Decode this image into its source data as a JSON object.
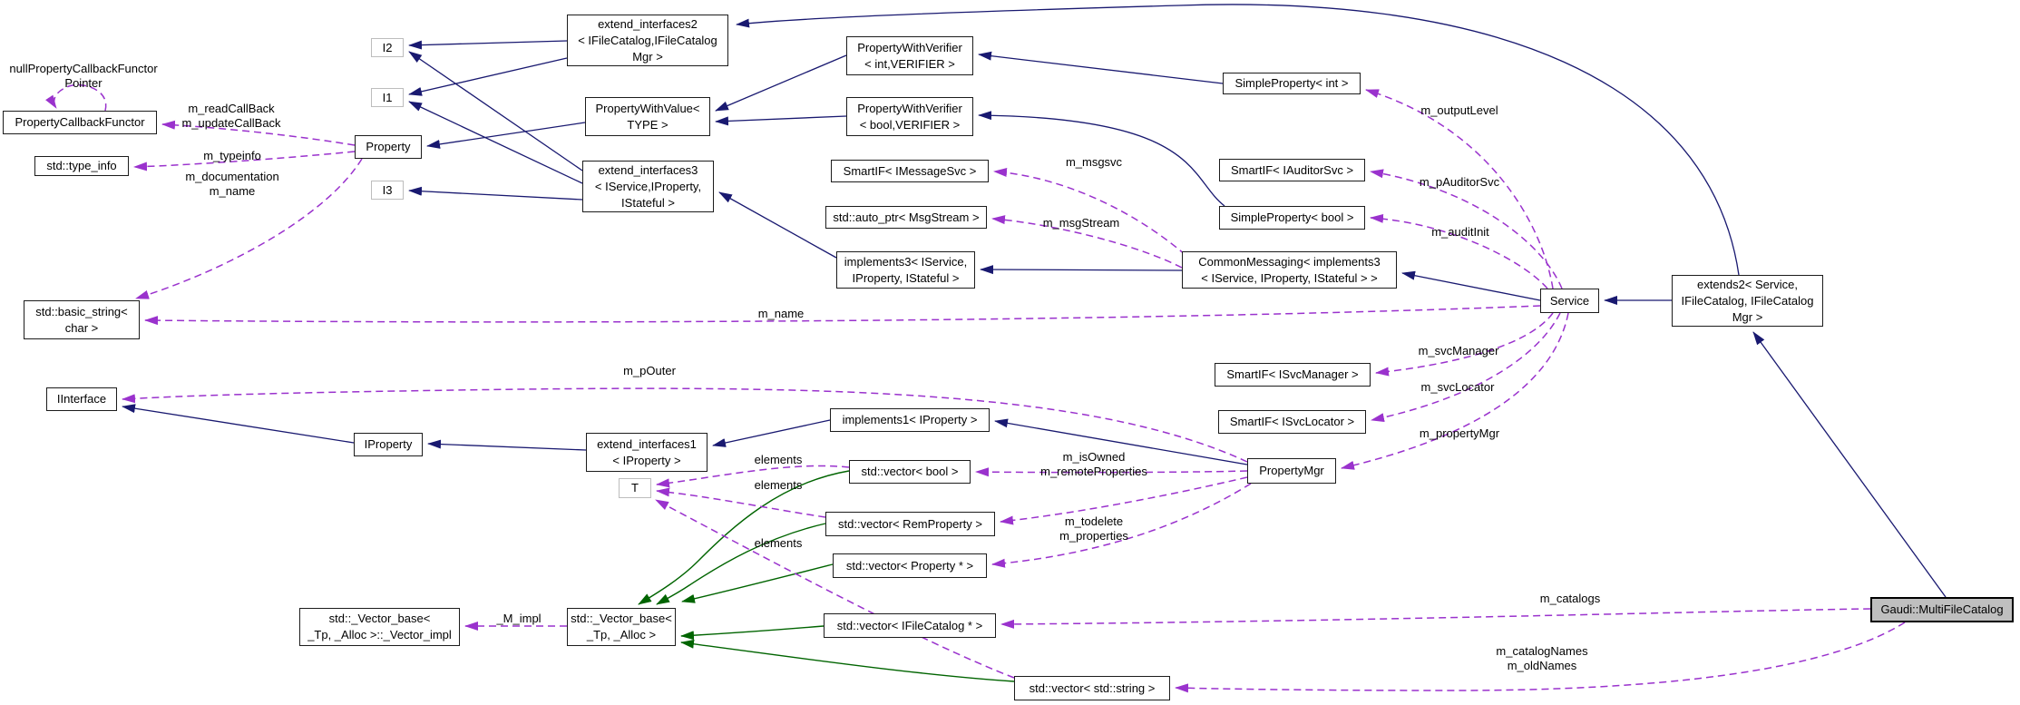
{
  "diagram": {
    "title": "Gaudi::MultiFileCatalog collaboration graph",
    "colors": {
      "inheritance_edge": "#191970",
      "usage_edge": "#9a32cd",
      "private_inheritance_edge": "#006400",
      "node_fill": "#ffffff",
      "node_border": "#1c1c1c",
      "template_node_border": "#bdbdbd",
      "highlight_node_fill": "#bfbfbf",
      "background": "#ffffff"
    }
  },
  "nodes": [
    {
      "id": "i2",
      "lines": [
        "I2"
      ]
    },
    {
      "id": "i1",
      "lines": [
        "I1"
      ]
    },
    {
      "id": "i3",
      "lines": [
        "I3"
      ]
    },
    {
      "id": "property",
      "lines": [
        "Property"
      ]
    },
    {
      "id": "property-callback-functor",
      "lines": [
        "PropertyCallbackFunctor"
      ]
    },
    {
      "id": "type-info",
      "lines": [
        "std::type_info"
      ]
    },
    {
      "id": "extend-interfaces2",
      "lines": [
        "extend_interfaces2",
        "< IFileCatalog,IFileCatalog",
        "Mgr >"
      ]
    },
    {
      "id": "property-with-value",
      "lines": [
        "PropertyWithValue<",
        "TYPE >"
      ]
    },
    {
      "id": "extend-interfaces3",
      "lines": [
        "extend_interfaces3",
        "< IService,IProperty,",
        "IStateful >"
      ]
    },
    {
      "id": "property-with-verifier-int",
      "lines": [
        "PropertyWithVerifier",
        "< int,VERIFIER >"
      ]
    },
    {
      "id": "property-with-verifier-bool",
      "lines": [
        "PropertyWithVerifier",
        "< bool,VERIFIER >"
      ]
    },
    {
      "id": "smartif-imessagesvc",
      "lines": [
        "SmartIF< IMessageSvc >"
      ]
    },
    {
      "id": "auto-ptr-msgstream",
      "lines": [
        "std::auto_ptr< MsgStream >"
      ]
    },
    {
      "id": "implements3",
      "lines": [
        "implements3< IService,",
        "IProperty, IStateful >"
      ]
    },
    {
      "id": "common-messaging",
      "lines": [
        "CommonMessaging< implements3",
        "< IService, IProperty, IStateful > >"
      ]
    },
    {
      "id": "simpleproperty-int",
      "lines": [
        "SimpleProperty< int >"
      ]
    },
    {
      "id": "smartif-iauditorsvc",
      "lines": [
        "SmartIF< IAuditorSvc >"
      ]
    },
    {
      "id": "simpleproperty-bool",
      "lines": [
        "SimpleProperty< bool >"
      ]
    },
    {
      "id": "service",
      "lines": [
        "Service"
      ]
    },
    {
      "id": "extends2",
      "lines": [
        "extends2< Service,",
        "IFileCatalog, IFileCatalog",
        "Mgr >"
      ]
    },
    {
      "id": "basic-string",
      "lines": [
        "std::basic_string<",
        "char >"
      ]
    },
    {
      "id": "iinterface",
      "lines": [
        "IInterface"
      ]
    },
    {
      "id": "iproperty",
      "lines": [
        "IProperty"
      ]
    },
    {
      "id": "extend-interfaces1",
      "lines": [
        "extend_interfaces1",
        "< IProperty >"
      ]
    },
    {
      "id": "implements1",
      "lines": [
        "implements1< IProperty >"
      ]
    },
    {
      "id": "smartif-isvcmanager",
      "lines": [
        "SmartIF< ISvcManager >"
      ]
    },
    {
      "id": "smartif-isvclocator",
      "lines": [
        "SmartIF< ISvcLocator >"
      ]
    },
    {
      "id": "propertymgr",
      "lines": [
        "PropertyMgr"
      ]
    },
    {
      "id": "t",
      "lines": [
        "T"
      ]
    },
    {
      "id": "vector-bool",
      "lines": [
        "std::vector< bool >"
      ]
    },
    {
      "id": "vector-remproperty",
      "lines": [
        "std::vector< RemProperty >"
      ]
    },
    {
      "id": "vector-property-ptr",
      "lines": [
        "std::vector< Property * >"
      ]
    },
    {
      "id": "vector-ifilecatalog-ptr",
      "lines": [
        "std::vector< IFileCatalog * >"
      ]
    },
    {
      "id": "vector-base-impl",
      "lines": [
        "std::_Vector_base<",
        "_Tp, _Alloc >::_Vector_impl"
      ]
    },
    {
      "id": "vector-base",
      "lines": [
        "std::_Vector_base<",
        "_Tp, _Alloc >"
      ]
    },
    {
      "id": "vector-string",
      "lines": [
        "std::vector< std::string >"
      ]
    },
    {
      "id": "multifilecatalog",
      "lines": [
        "Gaudi::MultiFileCatalog"
      ]
    }
  ],
  "edge_labels": [
    {
      "id": "null-pointer",
      "lines": [
        "nullPropertyCallbackFunctor",
        "Pointer"
      ]
    },
    {
      "id": "read-update-callback",
      "lines": [
        "m_readCallBack",
        "m_updateCallBack"
      ]
    },
    {
      "id": "typeinfo",
      "lines": [
        "m_typeinfo"
      ]
    },
    {
      "id": "documentation-name",
      "lines": [
        "m_documentation",
        "m_name"
      ]
    },
    {
      "id": "msgsvc",
      "lines": [
        "m_msgsvc"
      ]
    },
    {
      "id": "msgstream",
      "lines": [
        "m_msgStream"
      ]
    },
    {
      "id": "outputlevel",
      "lines": [
        "m_outputLevel"
      ]
    },
    {
      "id": "pauditorsvc",
      "lines": [
        "m_pAuditorSvc"
      ]
    },
    {
      "id": "auditinit",
      "lines": [
        "m_auditInit"
      ]
    },
    {
      "id": "name",
      "lines": [
        "m_name"
      ]
    },
    {
      "id": "pouter",
      "lines": [
        "m_pOuter"
      ]
    },
    {
      "id": "svcmanager",
      "lines": [
        "m_svcManager"
      ]
    },
    {
      "id": "svclocator",
      "lines": [
        "m_svcLocator"
      ]
    },
    {
      "id": "propertymgr",
      "lines": [
        "m_propertyMgr"
      ]
    },
    {
      "id": "isowned-remoteproperties",
      "lines": [
        "m_isOwned",
        "m_remoteProperties"
      ]
    },
    {
      "id": "todelete-properties",
      "lines": [
        "m_todelete",
        "m_properties"
      ]
    },
    {
      "id": "elements-1",
      "lines": [
        "elements"
      ]
    },
    {
      "id": "elements-2",
      "lines": [
        "elements"
      ]
    },
    {
      "id": "elements-3",
      "lines": [
        "elements"
      ]
    },
    {
      "id": "m-impl",
      "lines": [
        "_M_impl"
      ]
    },
    {
      "id": "catalogs",
      "lines": [
        "m_catalogs"
      ]
    },
    {
      "id": "catalognames-oldnames",
      "lines": [
        "m_catalogNames",
        "m_oldNames"
      ]
    }
  ]
}
